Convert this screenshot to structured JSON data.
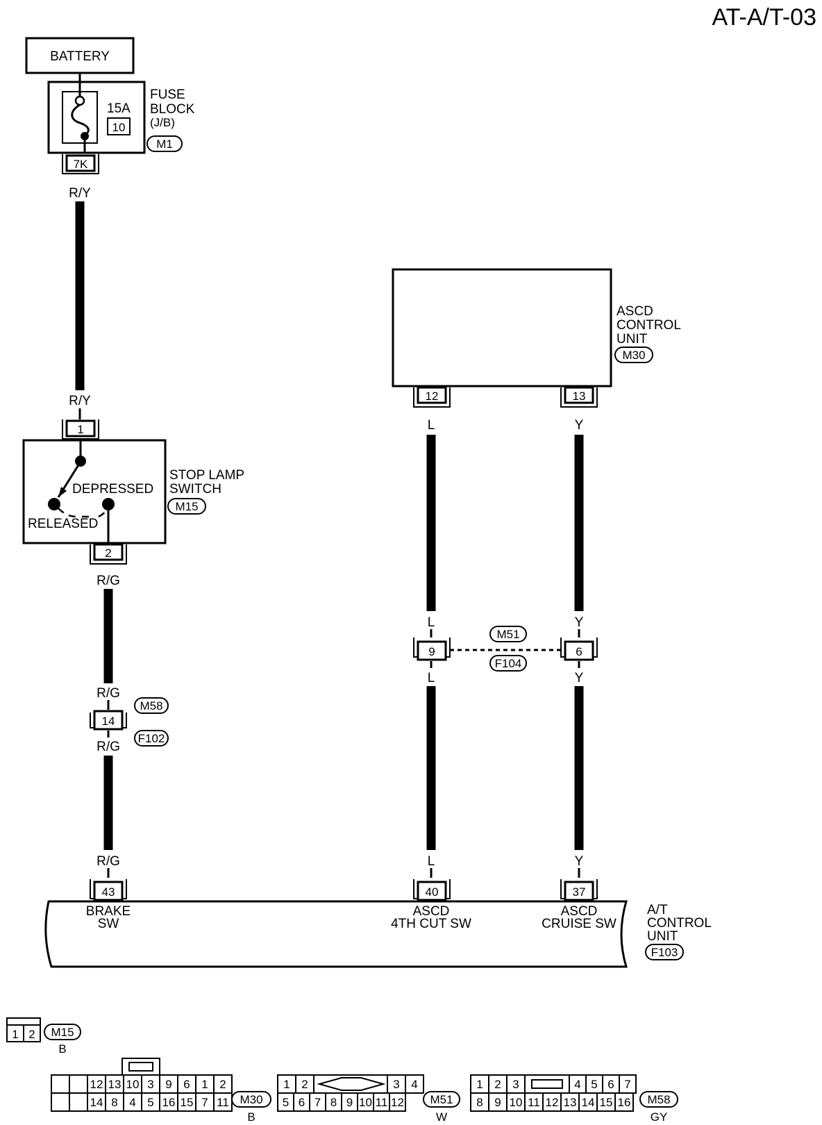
{
  "title": "AT-A/T-03",
  "battery": {
    "label": "BATTERY"
  },
  "fuse": {
    "rating": "15A",
    "number": "10",
    "label_line1": "FUSE",
    "label_line2": "BLOCK",
    "label_line3": "(J/B)",
    "connector": "M1",
    "terminal": "7K"
  },
  "wires": {
    "fuse_to_switch": "R/Y",
    "switch_to_tcu": "R/G",
    "ascd_12": "L",
    "ascd_13": "Y"
  },
  "ascd_unit": {
    "line1": "ASCD",
    "line2": "CONTROL",
    "line3": "UNIT",
    "connector": "M30",
    "pin_a": "12",
    "pin_b": "13"
  },
  "stop_lamp_switch": {
    "line1": "STOP LAMP",
    "line2": "SWITCH",
    "connector": "M15",
    "pin_in": "1",
    "pin_out": "2",
    "state_on": "DEPRESSED",
    "state_off": "RELEASED"
  },
  "joint_m51": {
    "connector_top": "M51",
    "connector_bottom": "F104",
    "pin_a": "9",
    "pin_b": "6"
  },
  "joint_m58": {
    "connector_top": "M58",
    "connector_bottom": "F102",
    "pin": "14"
  },
  "tcu": {
    "line1": "A/T",
    "line2": "CONTROL",
    "line3": "UNIT",
    "connector": "F103",
    "pins": [
      {
        "num": "43",
        "label1": "BRAKE",
        "label2": "SW"
      },
      {
        "num": "40",
        "label1": "ASCD",
        "label2": "4TH CUT SW"
      },
      {
        "num": "37",
        "label1": "ASCD",
        "label2": "CRUISE SW"
      }
    ]
  },
  "connector_views": {
    "m15": {
      "name": "M15",
      "color": "B",
      "cells": [
        "1",
        "2"
      ]
    },
    "m30": {
      "name": "M30",
      "color": "B",
      "top": [
        "12",
        "13",
        "10",
        "3",
        "9",
        "6",
        "1",
        "2"
      ],
      "bottom": [
        "14",
        "8",
        "4",
        "5",
        "16",
        "15",
        "7",
        "11"
      ]
    },
    "m51": {
      "name": "M51",
      "color": "W",
      "top_left": [
        "1",
        "2"
      ],
      "top_right": [
        "3",
        "4"
      ],
      "bottom": [
        "5",
        "6",
        "7",
        "8",
        "9",
        "10",
        "11",
        "12"
      ]
    },
    "m58": {
      "name": "M58",
      "color": "GY",
      "top_left": [
        "1",
        "2",
        "3"
      ],
      "top_right": [
        "4",
        "5",
        "6",
        "7"
      ],
      "bottom": [
        "8",
        "9",
        "10",
        "11",
        "12",
        "13",
        "14",
        "15",
        "16"
      ]
    }
  }
}
